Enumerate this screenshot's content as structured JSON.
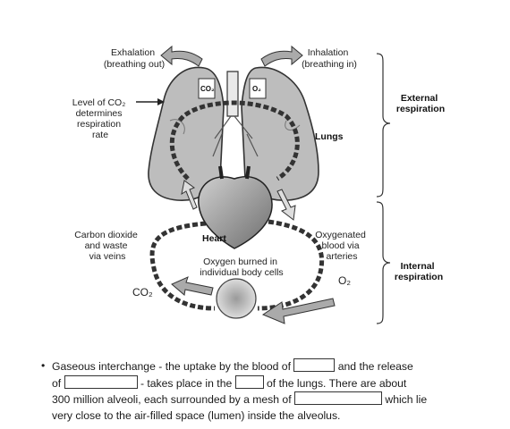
{
  "diagram": {
    "exhalation": [
      "Exhalation",
      "(breathing out)"
    ],
    "inhalation": [
      "Inhalation",
      "(breathing in)"
    ],
    "co2_level": [
      "Level of CO₂",
      "determines",
      "respiration",
      "rate"
    ],
    "co2_tag": "CO₂",
    "o2_tag": "O₂",
    "lungs": "Lungs",
    "heart": "Heart",
    "external": [
      "External",
      "respiration"
    ],
    "internal": [
      "Internal",
      "respiration"
    ],
    "carbon": [
      "Carbon dioxide",
      "and waste",
      "via veins"
    ],
    "oxygenated": [
      "Oxygenated",
      "blood via",
      "arteries"
    ],
    "burned": [
      "Oxygen burned in",
      "individual body cells"
    ],
    "co2_bottom": "CO₂",
    "o2_bottom": "O₂"
  },
  "text": {
    "bullet": "•",
    "line1_a": "Gaseous interchange - the uptake by the blood of",
    "line1_b": "and the release",
    "line2_a": "of",
    "line2_b": "- takes place in the",
    "line2_c": "of the lungs.  There are about",
    "line3_a": "300 million alveoli, each surrounded by a mesh of",
    "line3_b": "which lie",
    "line4": "very close to the air-filled space (lumen) inside the alveolus."
  }
}
